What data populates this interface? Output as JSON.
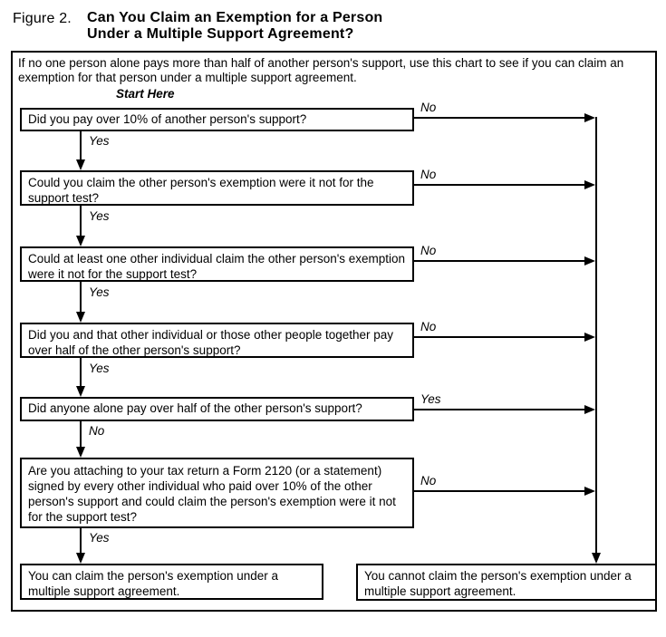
{
  "figure": {
    "label": "Figure 2.",
    "title_line1": "Can You Claim an Exemption for a Person",
    "title_line2": "Under a Multiple Support Agreement?"
  },
  "intro": "If no one person alone pays more than half of another person's support, use this chart to see if you can claim an exemption for that person under a multiple support agreement.",
  "start_label": "Start Here",
  "questions": [
    {
      "text": "Did you pay over 10% of another person's support?",
      "right_label": "No",
      "down_label": "Yes"
    },
    {
      "text": "Could you claim the other person's exemption were it not for the support test?",
      "right_label": "No",
      "down_label": "Yes"
    },
    {
      "text": "Could at least one other individual claim the other person's exemption were it not for the support test?",
      "right_label": "No",
      "down_label": "Yes"
    },
    {
      "text": "Did you and that other individual or those other people together pay over half of the other person's support?",
      "right_label": "No",
      "down_label": "Yes"
    },
    {
      "text": "Did anyone alone pay over half of the other person's support?",
      "right_label": "Yes",
      "down_label": "No"
    },
    {
      "text": "Are you attaching to your tax return a Form 2120 (or a statement) signed by every other individual who paid over 10% of the other person's support and could claim the person's exemption were it not for the support test?",
      "right_label": "No",
      "down_label": "Yes"
    }
  ],
  "results": {
    "can_claim": "You can claim the person's exemption under a multiple support agreement.",
    "cannot_claim": "You cannot claim the person's exemption under a multiple support agreement."
  },
  "colors": {
    "ink": "#000000",
    "background": "#ffffff"
  }
}
